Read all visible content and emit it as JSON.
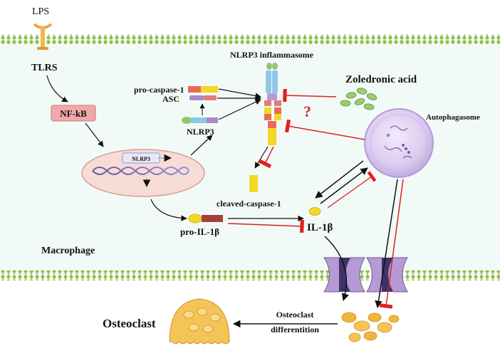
{
  "labels": {
    "lps": "LPS",
    "tlrs": "TLRS",
    "nfkb": "NF-kB",
    "nlrp3_gene": "NLRP3",
    "pro_caspase1": "pro-caspase-1",
    "asc": "ASC",
    "nlrp3": "NLRP3",
    "inflammasome": "NLRP3 inflammasome",
    "zoledronic_acid": "Zoledronic acid",
    "question": "?",
    "autophagasome": "Autophagasome",
    "cleaved_caspase1": "cleaved-caspase-1",
    "pro_il1b": "pro-IL-1β",
    "il1b": "IL-1β",
    "macrophage": "Macrophage",
    "osteoclast": "Osteoclast",
    "osteoclast_diff_line1": "Osteoclast",
    "osteoclast_diff_line2": "differentition"
  },
  "colors": {
    "membrane_green": "#8fbf4a",
    "cytoplasm": "#f2faf7",
    "nfkb_box": "#f0a8a8",
    "nucleus": "#f7dcd6",
    "inhibit_red": "#e02020",
    "vesicle": "#d9c8ec",
    "channel": "#6e5a96",
    "osteoclast_orange": "#f2b53a"
  }
}
